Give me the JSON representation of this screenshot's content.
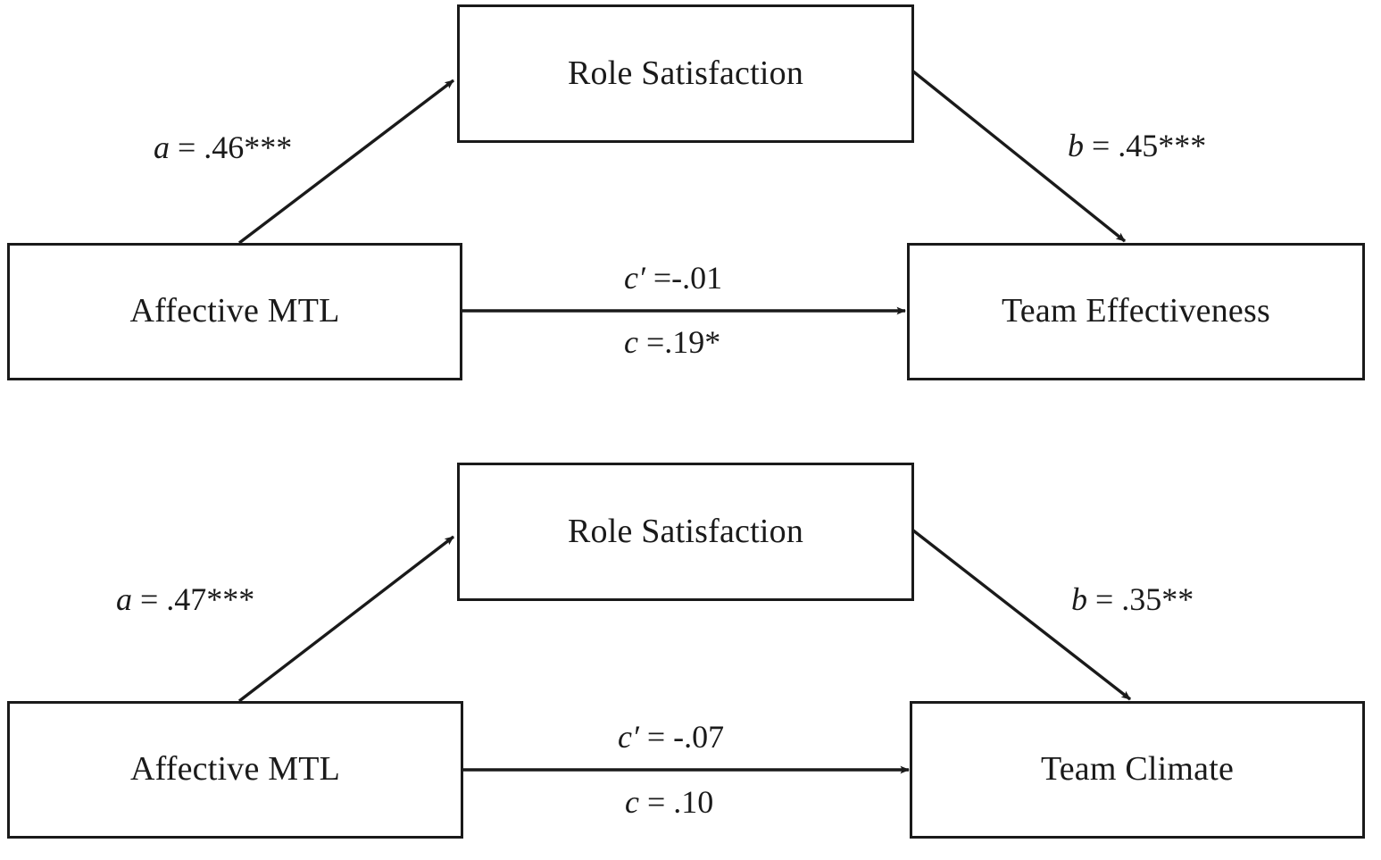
{
  "figure": {
    "type": "mediation-path-diagram",
    "panels": [
      {
        "id": "panel-top",
        "nodes": {
          "predictor": "Affective MTL",
          "mediator": "Role Satisfaction",
          "outcome": "Team Effectiveness"
        },
        "paths": {
          "a_label": "a = .46***",
          "a_symbol": "a",
          "a_value": ".46",
          "a_stars": "***",
          "b_label": "b = .45***",
          "b_symbol": "b",
          "b_value": ".45",
          "b_stars": "***",
          "c_prime_label": "c′ =-.01",
          "c_prime_symbol": "c′",
          "c_prime_value": "-.01",
          "c_prime_stars": "",
          "c_label": "c =.19*",
          "c_symbol": "c",
          "c_value": ".19",
          "c_stars": "*"
        }
      },
      {
        "id": "panel-bottom",
        "nodes": {
          "predictor": "Affective MTL",
          "mediator": "Role Satisfaction",
          "outcome": "Team Climate"
        },
        "paths": {
          "a_label": "a = .47***",
          "a_symbol": "a",
          "a_value": ".47",
          "a_stars": "***",
          "b_label": "b = .35**",
          "b_symbol": "b",
          "b_value": ".35",
          "b_stars": "**",
          "c_prime_label": "c′ = -.07",
          "c_prime_symbol": "c′",
          "c_prime_value": "-.07",
          "c_prime_stars": "",
          "c_label": "c = .10",
          "c_symbol": "c",
          "c_value": ".10",
          "c_stars": ""
        }
      }
    ],
    "colors": {
      "stroke": "#1a1a1a",
      "background": "#ffffff",
      "text": "#1a1a1a"
    }
  }
}
